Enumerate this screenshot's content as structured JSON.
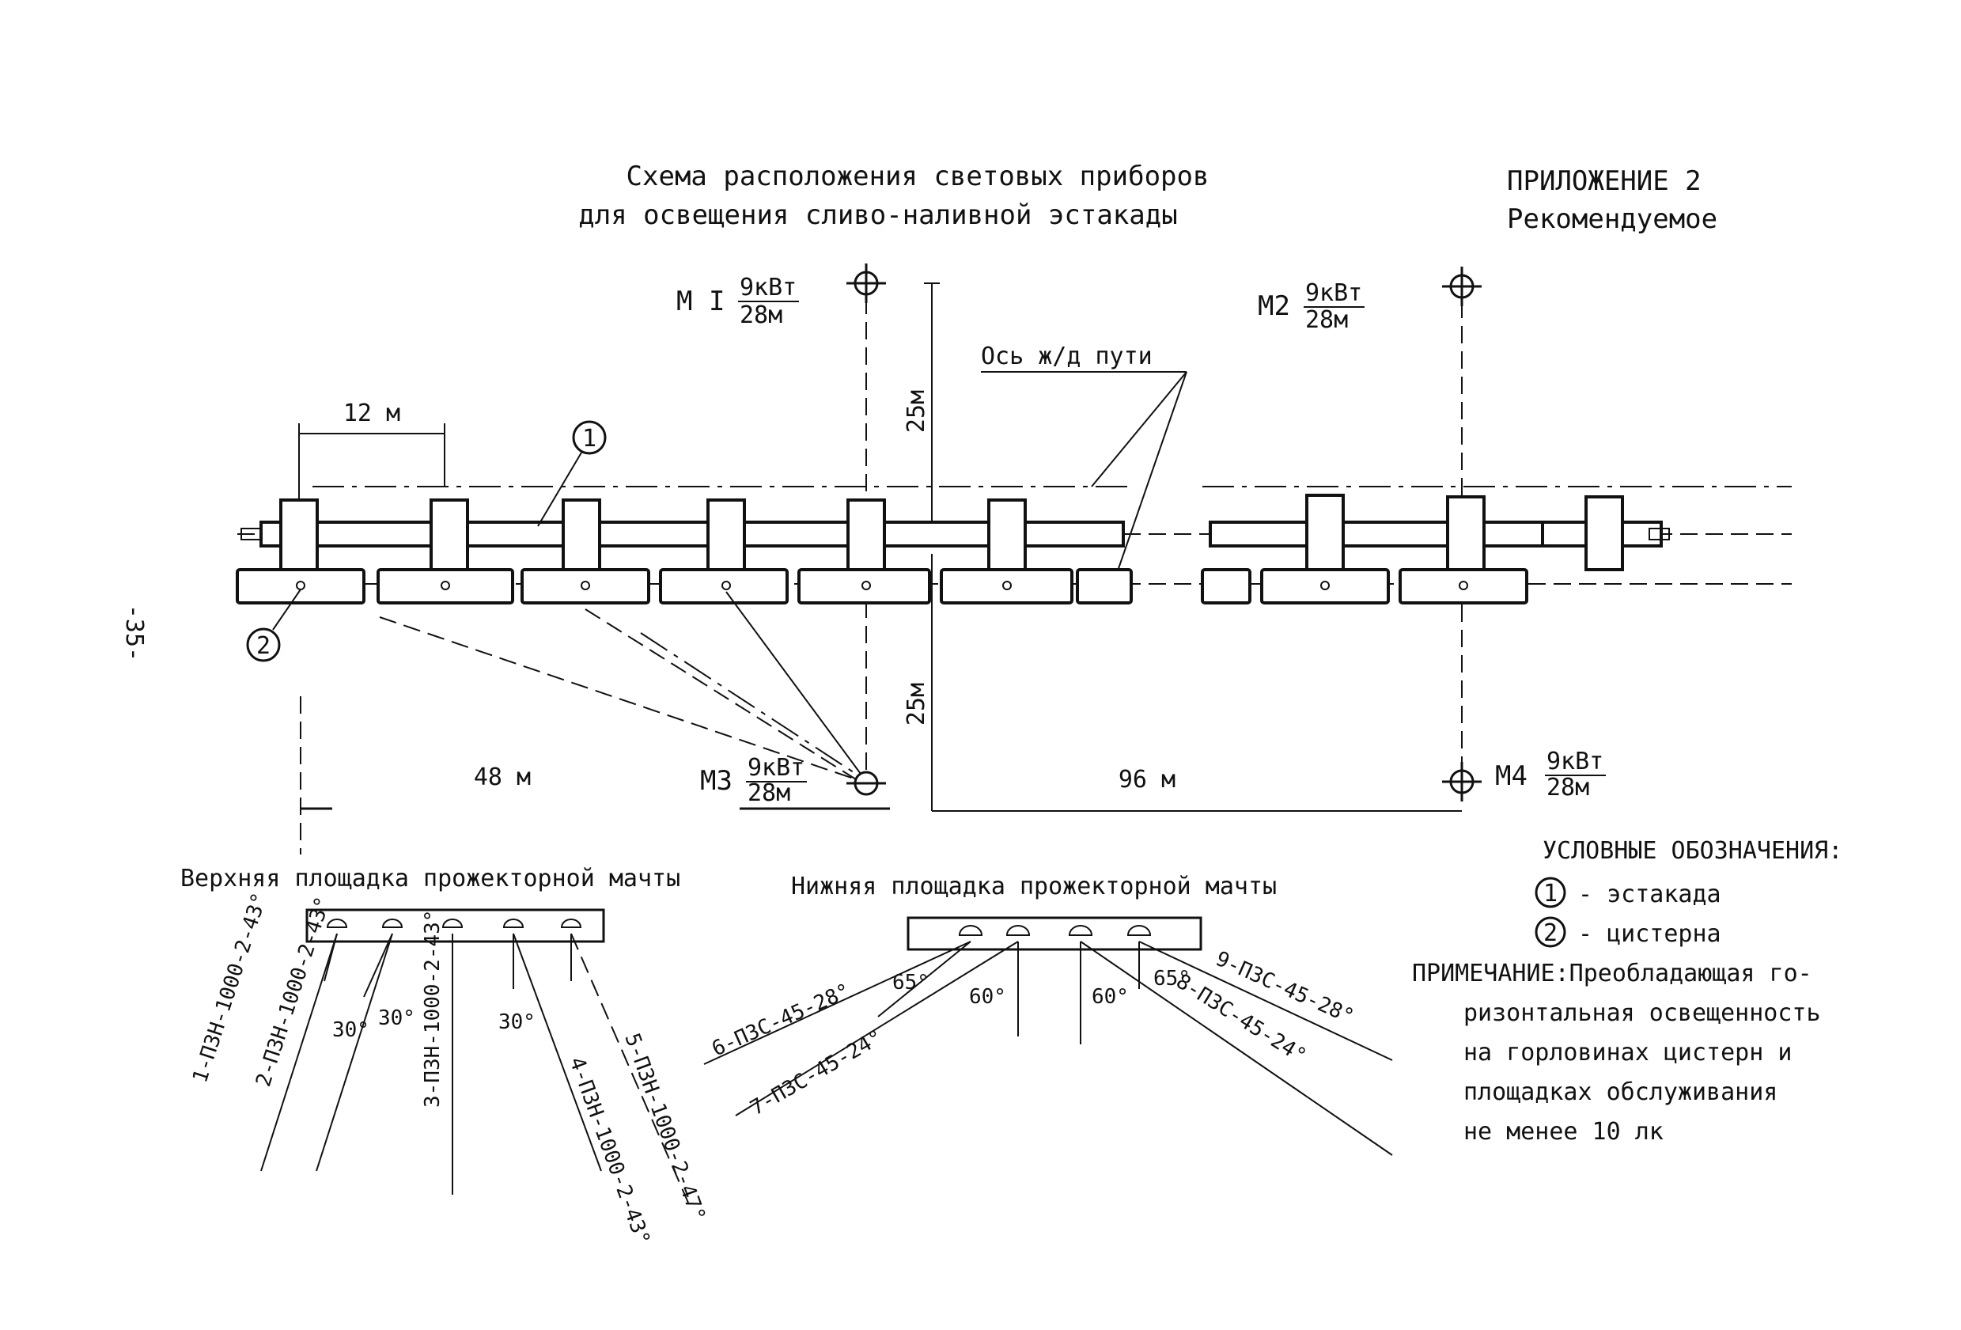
{
  "header": {
    "title_line1": "Схема расположения световых приборов",
    "title_line2": "для освещения сливо-наливной эстакады",
    "appendix": "ПРИЛОЖЕНИЕ 2",
    "recommended": "Рекомендуемое"
  },
  "page_number": "-35-",
  "masts": {
    "m1": {
      "label": "М I",
      "power": "9кВт",
      "height": "28м"
    },
    "m2": {
      "label": "М2",
      "power": "9кВт",
      "height": "28м"
    },
    "m3": {
      "label": "М3",
      "power": "9кВт",
      "height": "28м"
    },
    "m4": {
      "label": "М4",
      "power": "9кВт",
      "height": "28м"
    }
  },
  "dimensions": {
    "spacing_12": "12 м",
    "dist_48": "48 м",
    "dist_96": "96 м",
    "upper_25": "25м",
    "lower_25": "25м"
  },
  "rail_axis_label": "Ось ж/д пути",
  "callouts": {
    "one": "1",
    "two": "2"
  },
  "upper_platform": {
    "title": "Верхняя площадка прожекторной мачты",
    "angle_labels": [
      "30°",
      "30°",
      "30°"
    ],
    "fixtures": [
      "1-ПЗН-1000-2-43°",
      "2-ПЗН-1000-2-43°",
      "3-ПЗН-1000-2-43°",
      "4-ПЗН-1000-2-43°",
      "5-ПЗН-1000-2-47°"
    ]
  },
  "lower_platform": {
    "title": "Нижняя площадка прожекторной мачты",
    "angle_labels": [
      "65°",
      "60°",
      "60°",
      "65°"
    ],
    "fixtures": [
      "6-ПЗС-45-28°",
      "7-ПЗС-45-24°",
      "8-ПЗС-45-24°",
      "9-ПЗС-45-28°"
    ]
  },
  "legend": {
    "title": "УСЛОВНЫЕ ОБОЗНАЧЕНИЯ:",
    "item1_text": "- эстакада",
    "item2_text": "- цистерна"
  },
  "note": {
    "lines": [
      "ПРИМЕЧАНИЕ:Преобладающая го-",
      "ризонтальная освещенность",
      "на горловинах цистерн и",
      "площадках обслуживания",
      "не менее 10 лк"
    ]
  }
}
